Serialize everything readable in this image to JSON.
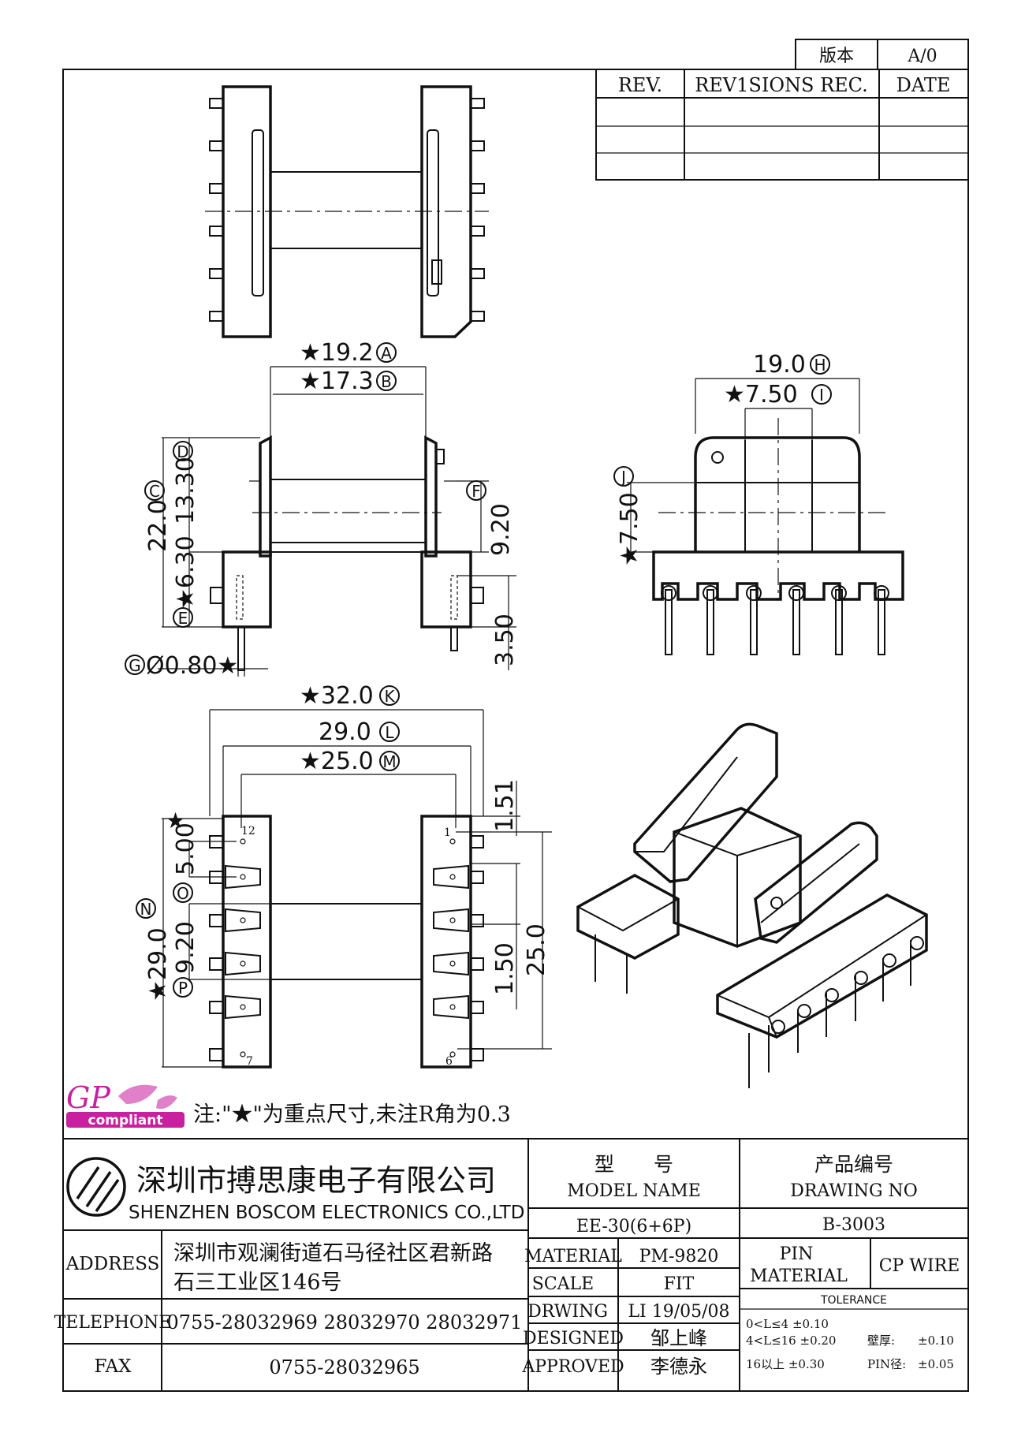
{
  "revision_block": {
    "version_label": "版本",
    "version_value": "A/0",
    "headers": [
      "REV.",
      "REV1SIONS REC.",
      "DATE"
    ]
  },
  "dimensions": {
    "top_A": "★19.2",
    "top_B": "★17.3",
    "left_C": "22.0",
    "left_D": "13.30",
    "left_E": "★6.30",
    "right_F": "9.20",
    "pin_height": "3.50",
    "pin_dia": "Ø0.80★",
    "side_H": "19.0",
    "side_I": "★7.50",
    "side_J": "★7.50",
    "bottom_K": "★32.0",
    "bottom_L": "29.0",
    "bottom_M": "★25.0",
    "pitch_O": "5.00",
    "row_N": "★29.0",
    "pitch_P": "9.20",
    "r_151": "1.51",
    "r_150": "1.50",
    "r_250": "25.0",
    "pin_12": "12",
    "pin_1": "1",
    "pin_7": "7",
    "pin_6": "6",
    "star_mark": "★"
  },
  "callouts": {
    "A": "A",
    "B": "B",
    "C": "C",
    "D": "D",
    "E": "E",
    "F": "F",
    "G": "G",
    "H": "H",
    "I": "I",
    "J": "J",
    "K": "K",
    "L": "L",
    "M": "M",
    "N": "N",
    "O": "O",
    "P": "P"
  },
  "logo": {
    "gp_text": "GP",
    "compliant_text": "compliant"
  },
  "note": "注:\"★\"为重点尺寸,未注R角为0.3",
  "title_block": {
    "company_cn": "深圳市搏思康电子有限公司",
    "company_en": "SHENZHEN BOSCOM ELECTRONICS CO.,LTD",
    "address_label": "ADDRESS",
    "address_line1": "深圳市观澜街道石马径社区君新路",
    "address_line2": "石三工业区146号",
    "telephone_label": "TELEPHONE",
    "telephone_value": "0755-28032969 28032970 28032971",
    "fax_label": "FAX",
    "fax_value": "0755-28032965",
    "model_cn": "型　　号",
    "model_en": "MODEL NAME",
    "model_value": "EE-30(6+6P)",
    "drawing_cn": "产品编号",
    "drawing_en": "DRAWING NO",
    "drawing_value": "B-3003",
    "material_label": "MATERIAL",
    "material_value": "PM-9820",
    "pin_material_label_1": "PIN",
    "pin_material_label_2": "MATERIAL",
    "pin_material_value": "CP WIRE",
    "scale_label": "SCALE",
    "scale_value": "FIT",
    "drwing_label": "DRWING",
    "drwing_value": "LI 19/05/08",
    "designed_label": "DESIGNED",
    "designed_value": "邹上峰",
    "approved_label": "APPROVED",
    "approved_value": "李德永",
    "tolerance_label": "TOLERANCE",
    "tol_1": "0<L≤4  ±0.10",
    "tol_2": "4<L≤16  ±0.20",
    "tol_3": "16以上     ±0.30",
    "wall_label": "壁厚:",
    "wall_value": "±0.10",
    "pin_dia_label": "PIN径:",
    "pin_dia_value": "±0.05"
  },
  "colors": {
    "line": "#111111",
    "logo_magenta": "#c8209e",
    "logo_leaf": "#e080c8"
  }
}
